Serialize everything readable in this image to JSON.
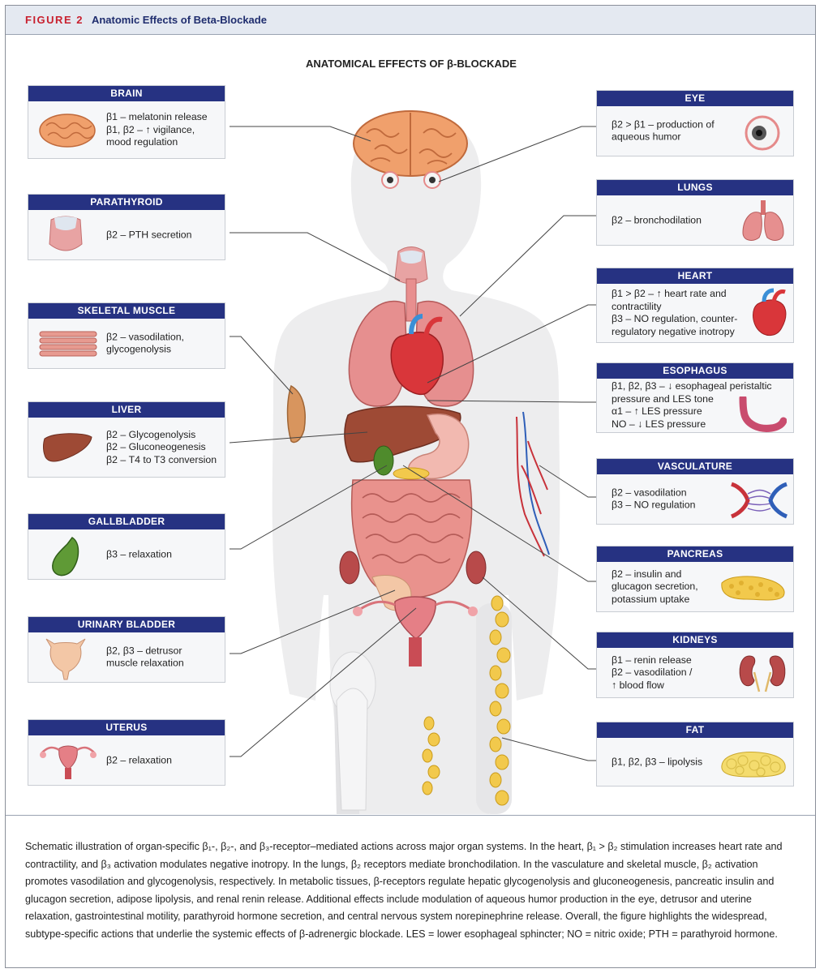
{
  "figure": {
    "label": "FIGURE 2",
    "title": "Anatomic Effects of Beta-Blockade"
  },
  "diagram_title": "ANATOMICAL EFFECTS OF β-BLOCKADE",
  "left_boxes": [
    {
      "id": "brain",
      "name": "BRAIN",
      "lines": [
        "β1 – melatonin release",
        "β1, β2 – ↑ vigilance,",
        "mood regulation"
      ]
    },
    {
      "id": "parathyroid",
      "name": "PARATHYROID",
      "lines": [
        "β2 – PTH secretion"
      ]
    },
    {
      "id": "skeletal-muscle",
      "name": "SKELETAL MUSCLE",
      "lines": [
        "β2 – vasodilation,",
        "glycogenolysis"
      ]
    },
    {
      "id": "liver",
      "name": "LIVER",
      "lines": [
        "β2 – Glycogenolysis",
        "β2 – Gluconeogenesis",
        "β2 – T4 to T3 conversion"
      ]
    },
    {
      "id": "gallbladder",
      "name": "GALLBLADDER",
      "lines": [
        "β3 – relaxation"
      ]
    },
    {
      "id": "urinary-bladder",
      "name": "URINARY BLADDER",
      "lines": [
        "β2, β3 – detrusor",
        "muscle relaxation"
      ]
    },
    {
      "id": "uterus",
      "name": "UTERUS",
      "lines": [
        "β2 – relaxation"
      ]
    }
  ],
  "right_boxes": [
    {
      "id": "eye",
      "name": "EYE",
      "lines": [
        "β2 > β1 – production of",
        "aqueous humor"
      ]
    },
    {
      "id": "lungs",
      "name": "LUNGS",
      "lines": [
        "β2 – bronchodilation"
      ]
    },
    {
      "id": "heart",
      "name": "HEART",
      "lines": [
        "β1 > β2 – ↑ heart rate and",
        "contractility",
        "β3 – NO regulation, counter-",
        "regulatory negative inotropy"
      ]
    },
    {
      "id": "esophagus",
      "name": "ESOPHAGUS",
      "lines": [
        "β1, β2, β3 – ↓ esophageal peristaltic",
        "pressure and LES tone",
        "α1 – ↑ LES pressure",
        "NO – ↓ LES pressure"
      ]
    },
    {
      "id": "vasculature",
      "name": "VASCULATURE",
      "lines": [
        "β2 – vasodilation",
        "β3 – NO regulation"
      ]
    },
    {
      "id": "pancreas",
      "name": "PANCREAS",
      "lines": [
        "β2 – insulin and",
        "glucagon secretion,",
        "potassium uptake"
      ]
    },
    {
      "id": "kidneys",
      "name": "KIDNEYS",
      "lines": [
        "β1 – renin release",
        "β2 – vasodilation /",
        "↑ blood flow"
      ]
    },
    {
      "id": "fat",
      "name": "FAT",
      "lines": [
        "β1, β2, β3 – lipolysis"
      ]
    }
  ],
  "caption": "Schematic illustration of organ-specific β₁-, β₂-, and β₃-receptor–mediated actions across major organ systems. In the heart, β₁ > β₂ stimulation increases heart rate and contractility, and β₃ activation modulates negative inotropy. In the lungs, β₂ receptors mediate bronchodilation. In the vasculature and skeletal muscle, β₂ activation promotes vasodilation and glycogenolysis, respectively. In metabolic tissues, β-receptors regulate hepatic glycogenolysis and gluconeogenesis, pancreatic insulin and glucagon secretion, adipose lipolysis, and renal renin release. Additional effects include modulation of aqueous humor production in the eye, detrusor and uterine relaxation, gastrointestinal motility, parathyroid hormone secretion, and central nervous system norepinephrine release. Overall, the figure highlights the widespread, subtype-specific actions that underlie the systemic effects of β-adrenergic blockade. LES = lower esophageal sphincter; NO = nitric oxide; PTH = parathyroid hormone."
}
